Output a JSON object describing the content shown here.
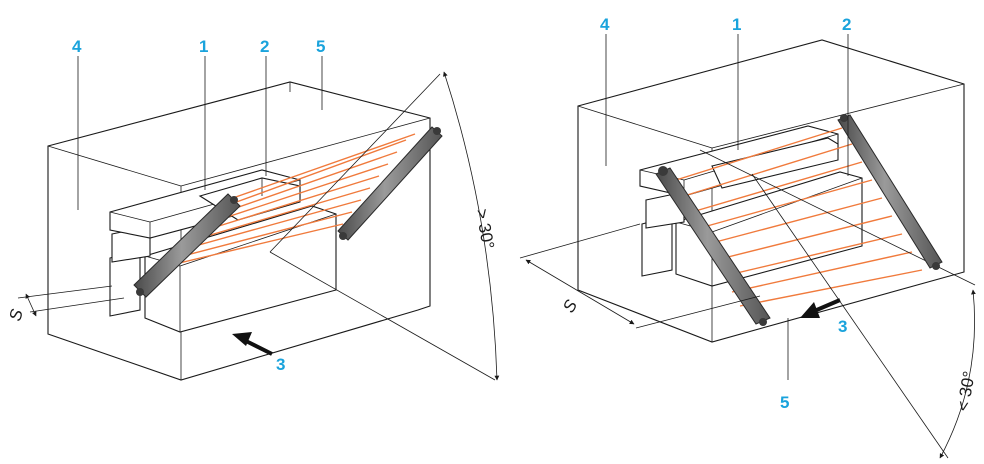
{
  "left_diagram": {
    "callouts": [
      "4",
      "1",
      "2",
      "5",
      "3"
    ],
    "distance_label": "S",
    "angle_label": "> 30°"
  },
  "right_diagram": {
    "callouts": [
      "4",
      "1",
      "2",
      "3",
      "5"
    ],
    "distance_label": "S",
    "angle_label": "< 30°"
  },
  "colors": {
    "callout": "#1aa3dc",
    "beam": "#f07a3c",
    "line": "#1a1a1a",
    "curtain": "#6e6e6e"
  }
}
